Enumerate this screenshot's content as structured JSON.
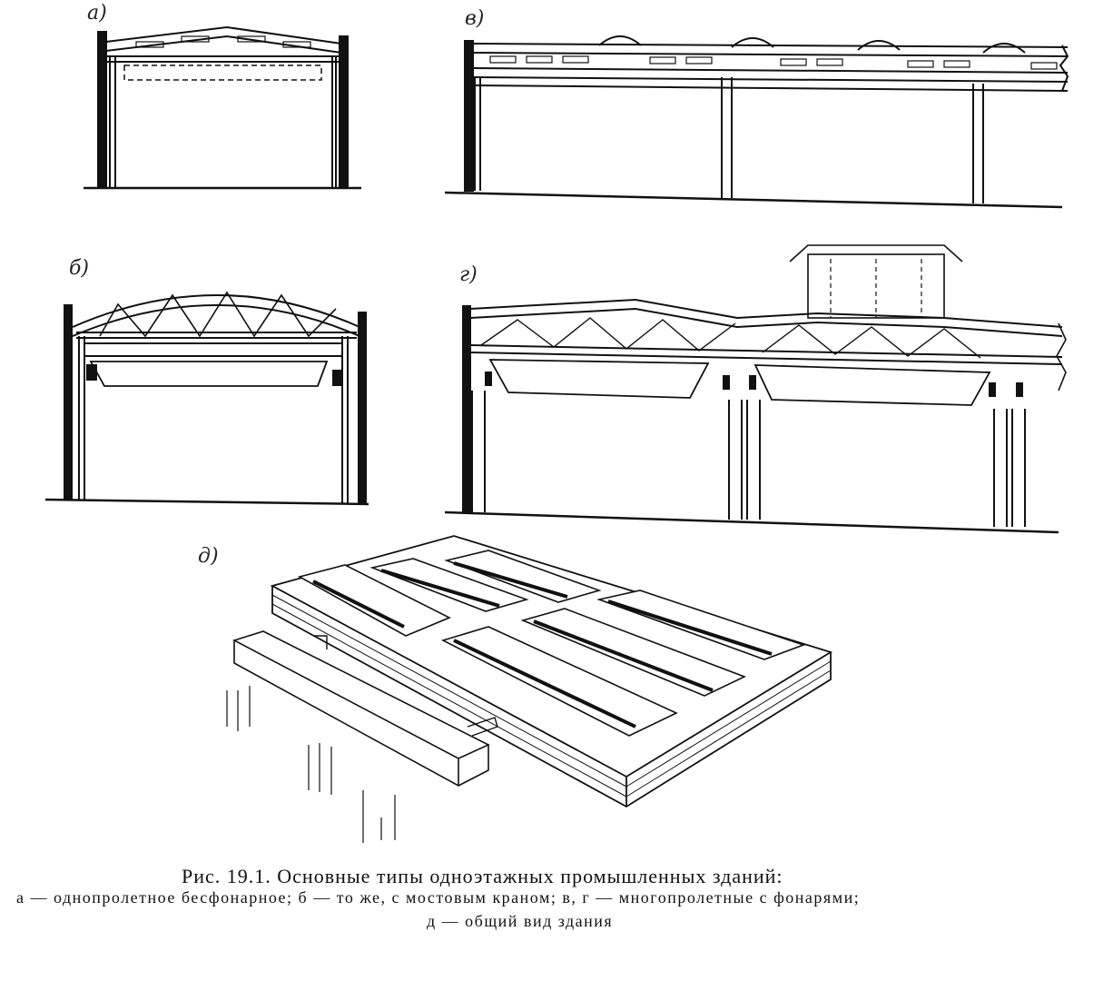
{
  "panels": [
    {
      "key": "a",
      "label": "а)"
    },
    {
      "key": "v",
      "label": "в)"
    },
    {
      "key": "b",
      "label": "б)"
    },
    {
      "key": "g",
      "label": "г)"
    },
    {
      "key": "d",
      "label": "д)"
    }
  ],
  "caption": {
    "title": "Рис. 19.1. Основные типы одноэтажных промышленных зданий:",
    "line1": "а — однопролетное бесфонарное; б — то же, с мостовым краном; в, г — многопролетные с фонарями;",
    "line2": "д — общий вид здания"
  }
}
